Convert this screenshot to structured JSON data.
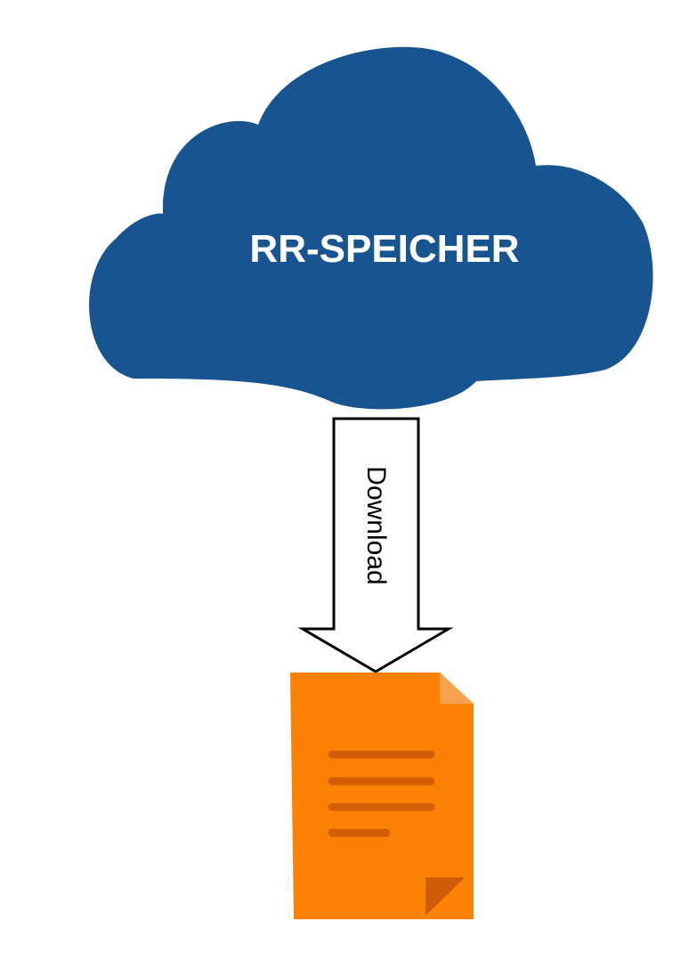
{
  "cloud": {
    "label": "RR-SPEICHER",
    "fill_color": "#18548f",
    "text_color": "#ffffff",
    "icon": "cloud-icon"
  },
  "arrow": {
    "label": "Download",
    "direction": "down",
    "fill_color": "#ffffff",
    "stroke_color": "#000000"
  },
  "document": {
    "icon": "document-icon",
    "fill_color": "#fb8204",
    "fold_color": "#f6a24e",
    "line_color": "#d45e07"
  }
}
